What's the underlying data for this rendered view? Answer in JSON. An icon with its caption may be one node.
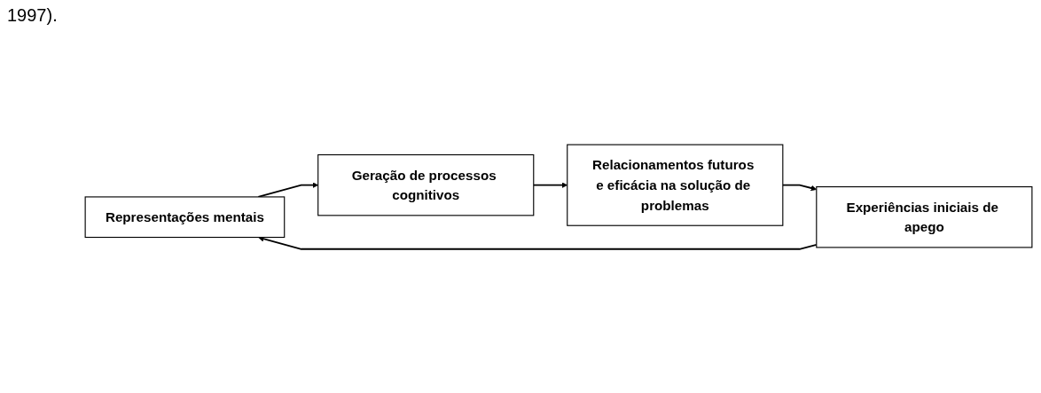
{
  "diagram": {
    "nodes": [
      {
        "text": [
          "Representações mentais"
        ]
      },
      {
        "text": [
          "Experiências iniciais de apego"
        ]
      },
      {
        "text": [
          "Geração de processos cognitivos"
        ]
      },
      {
        "text": [
          "Relacionamentos futuros e eficácia na solução de problemas"
        ]
      }
    ],
    "edges": [
      {
        "from": 1,
        "to": 0,
        "arrow": "to"
      },
      {
        "from": 0,
        "to": 2,
        "arrow": "to"
      },
      {
        "from": 2,
        "to": 3,
        "arrow": "to"
      },
      {
        "from": 3,
        "to": 1,
        "arrow": "to"
      }
    ],
    "labels": [
      "1997)."
    ]
  }
}
